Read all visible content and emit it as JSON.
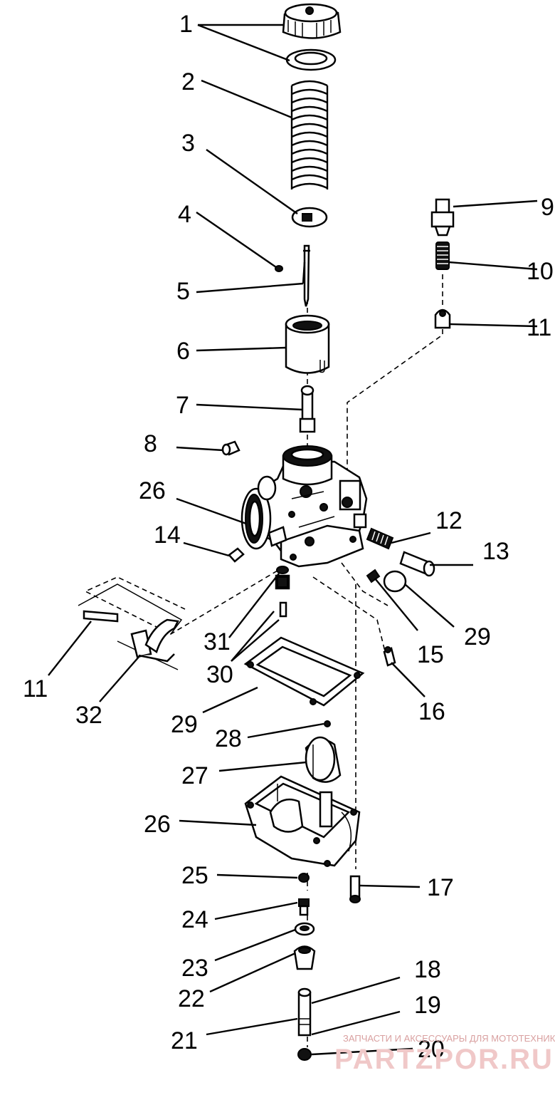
{
  "callouts": [
    {
      "id": "c1",
      "text": "1"
    },
    {
      "id": "c2",
      "text": "2"
    },
    {
      "id": "c3",
      "text": "3"
    },
    {
      "id": "c4",
      "text": "4"
    },
    {
      "id": "c5",
      "text": "5"
    },
    {
      "id": "c6",
      "text": "6"
    },
    {
      "id": "c7",
      "text": "7"
    },
    {
      "id": "c8",
      "text": "8"
    },
    {
      "id": "c9",
      "text": "9"
    },
    {
      "id": "c10",
      "text": "10"
    },
    {
      "id": "c11a",
      "text": "11"
    },
    {
      "id": "c11b",
      "text": "11"
    },
    {
      "id": "c12",
      "text": "12"
    },
    {
      "id": "c13",
      "text": "13"
    },
    {
      "id": "c14",
      "text": "14"
    },
    {
      "id": "c15",
      "text": "15"
    },
    {
      "id": "c16",
      "text": "16"
    },
    {
      "id": "c17",
      "text": "17"
    },
    {
      "id": "c18",
      "text": "18"
    },
    {
      "id": "c19",
      "text": "19"
    },
    {
      "id": "c20",
      "text": "20"
    },
    {
      "id": "c21",
      "text": "21"
    },
    {
      "id": "c22",
      "text": "22"
    },
    {
      "id": "c23",
      "text": "23"
    },
    {
      "id": "c24",
      "text": "24"
    },
    {
      "id": "c25",
      "text": "25"
    },
    {
      "id": "c26a",
      "text": "26"
    },
    {
      "id": "c26b",
      "text": "26"
    },
    {
      "id": "c27",
      "text": "27"
    },
    {
      "id": "c28",
      "text": "28"
    },
    {
      "id": "c29a",
      "text": "29"
    },
    {
      "id": "c29b",
      "text": "29"
    },
    {
      "id": "c30",
      "text": "30"
    },
    {
      "id": "c31",
      "text": "31"
    },
    {
      "id": "c32",
      "text": "32"
    }
  ],
  "watermark": {
    "tagline": "ЗАПЧАСТИ И АКСЕССУАРЫ ДЛЯ МОТОТЕХНИКИ",
    "site": "PARTZPOR.RU"
  }
}
